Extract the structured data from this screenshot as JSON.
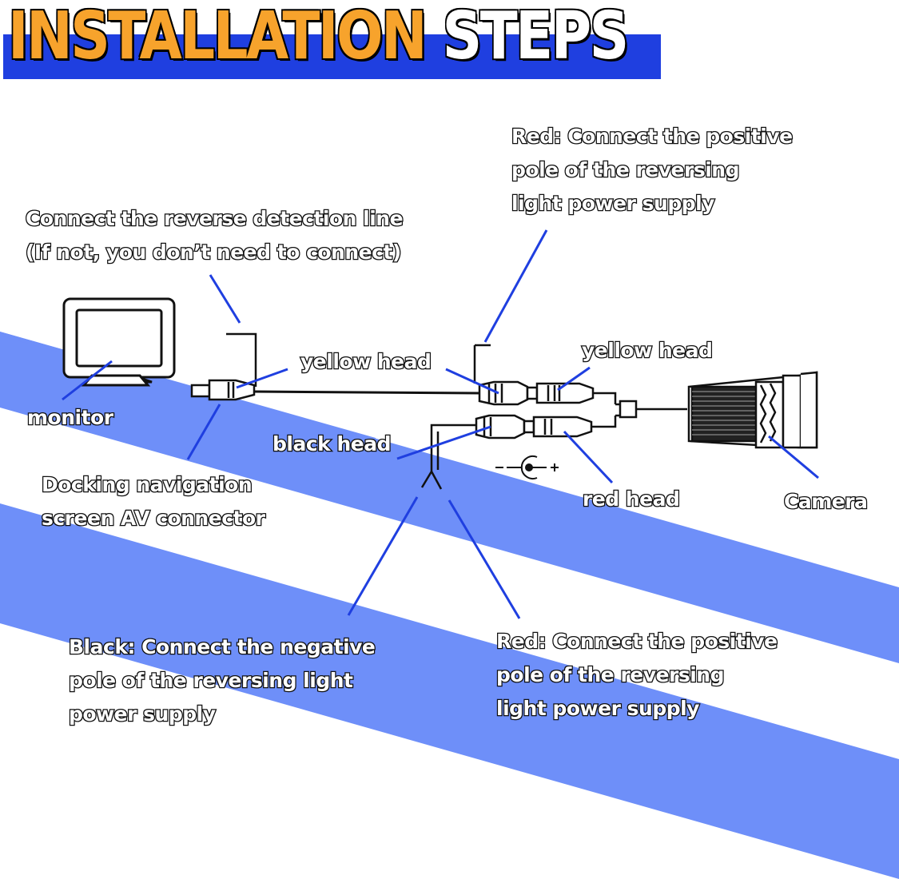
{
  "title": {
    "word1": "INSTALLATION",
    "word2": "STEPS"
  },
  "colors": {
    "title_accent": "#f7a32c",
    "banner": "#1f3fe0",
    "stripe": "#6e8ff9",
    "leader": "#1f3fe0"
  },
  "labels": {
    "detection": {
      "line1": "Connect the reverse detection line",
      "line2": "(If not, you don’t need to connect)"
    },
    "red_top": {
      "line1": "Red: Connect the positive",
      "line2": "pole of the reversing",
      "line3": "light power supply"
    },
    "yellow_head_left": "yellow head",
    "yellow_head_right": "yellow head",
    "monitor": "monitor",
    "black_head": "black head",
    "docking": {
      "line1": "Docking navigation",
      "line2": "screen AV connector"
    },
    "red_head": "red head",
    "camera": "Camera",
    "black_bottom": {
      "line1": "Black: Connect the negative",
      "line2": "pole of the reversing light",
      "line3": "power supply"
    },
    "red_bottom": {
      "line1": "Red: Connect the positive",
      "line2": "pole of the reversing",
      "line3": "light power supply"
    }
  },
  "icons": {
    "monitor": "monitor-icon",
    "camera": "rear-camera-icon",
    "power_jack": "dc-power-symbol-icon",
    "rca_plug": "rca-plug-icon"
  }
}
